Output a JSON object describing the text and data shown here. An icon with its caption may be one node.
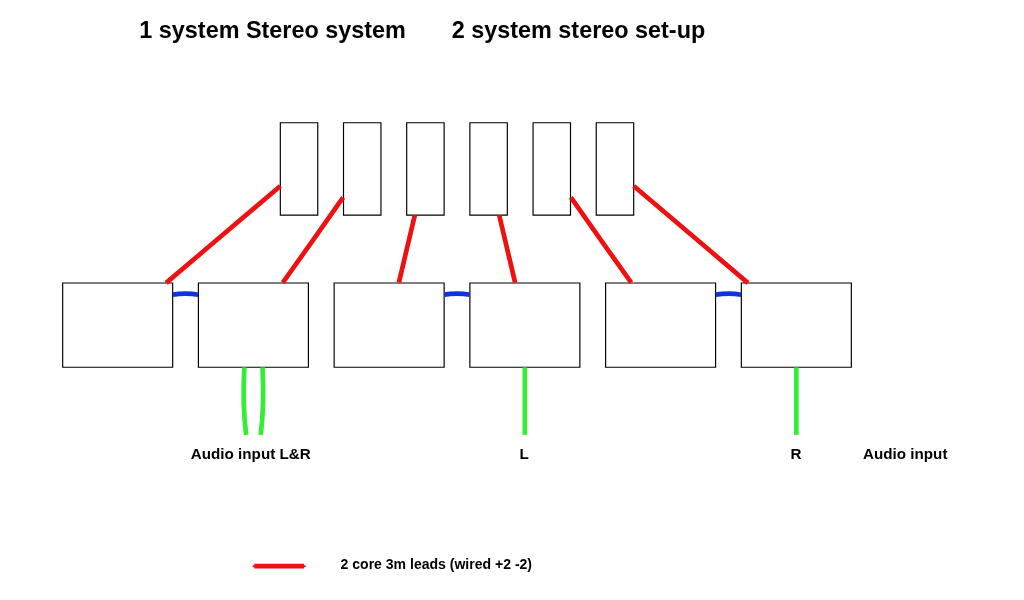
{
  "diagram": {
    "nodes": [
      {
        "text": [],
        "shape": "box"
      },
      {
        "text": [],
        "shape": "box"
      },
      {
        "text": [],
        "shape": "box"
      },
      {
        "text": [],
        "shape": "box"
      },
      {
        "text": [
          "Audio input L&R"
        ]
      },
      {
        "text": [],
        "shape": "box"
      },
      {
        "text": [],
        "shape": "box"
      },
      {
        "text": [],
        "shape": "box"
      },
      {
        "text": [],
        "shape": "box"
      },
      {
        "text": [],
        "shape": "box"
      },
      {
        "text": [],
        "shape": "box"
      },
      {
        "text": [],
        "shape": "box"
      },
      {
        "text": [],
        "shape": "box"
      },
      {
        "text": [
          "R"
        ]
      },
      {
        "text": [
          "L"
        ]
      }
    ],
    "edges": [
      {
        "from": 0,
        "to": 2,
        "arrow": "none"
      },
      {
        "from": 1,
        "to": 3,
        "arrow": "none"
      },
      {
        "from": 2,
        "to": 3,
        "arrow": "none",
        "color": "#1133dd"
      },
      {
        "from": 3,
        "to": 4,
        "arrow": "none",
        "color": "#33ee33"
      },
      {
        "from": 3,
        "to": 4,
        "arrow": "none",
        "color": "#33ee33"
      },
      {
        "from": 5,
        "to": 9,
        "arrow": "none"
      },
      {
        "from": 6,
        "to": 10,
        "arrow": "none"
      },
      {
        "from": 7,
        "to": 11,
        "arrow": "none"
      },
      {
        "from": 8,
        "to": 12,
        "arrow": "none"
      },
      {
        "from": 9,
        "to": 10,
        "arrow": "none",
        "color": "#1133dd"
      },
      {
        "from": 11,
        "to": 12,
        "arrow": "none",
        "color": "#1133dd"
      },
      {
        "from": 10,
        "to": 14,
        "arrow": "none",
        "color": "#33ee33"
      },
      {
        "from": 12,
        "to": 13,
        "arrow": "none",
        "color": "#33ee33"
      }
    ],
    "labels": [
      "1 system Stereo system",
      "2 system stereo set-up",
      "Audio input"
    ],
    "legend": [
      {
        "text": "2 core 3m leads (wired +2 -2)"
      }
    ]
  }
}
